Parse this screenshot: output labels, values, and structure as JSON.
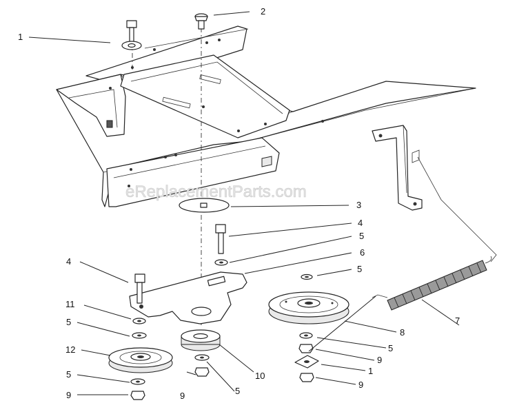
{
  "watermark": "eReplacementParts.com",
  "callouts": [
    {
      "id": "c1a",
      "label": "1"
    },
    {
      "id": "c2",
      "label": "2"
    },
    {
      "id": "c3",
      "label": "3"
    },
    {
      "id": "c4a",
      "label": "4"
    },
    {
      "id": "c5a",
      "label": "5"
    },
    {
      "id": "c6",
      "label": "6"
    },
    {
      "id": "c4b",
      "label": "4"
    },
    {
      "id": "c5b",
      "label": "5"
    },
    {
      "id": "c11",
      "label": "11"
    },
    {
      "id": "c5c",
      "label": "5"
    },
    {
      "id": "c12",
      "label": "12"
    },
    {
      "id": "c5d",
      "label": "5"
    },
    {
      "id": "c9a",
      "label": "9"
    },
    {
      "id": "c9b",
      "label": "9"
    },
    {
      "id": "c5e",
      "label": "5"
    },
    {
      "id": "c10",
      "label": "10"
    },
    {
      "id": "c8",
      "label": "8"
    },
    {
      "id": "c7",
      "label": "7"
    },
    {
      "id": "c5f",
      "label": "5"
    },
    {
      "id": "c9c",
      "label": "9"
    },
    {
      "id": "c1b",
      "label": "1"
    },
    {
      "id": "c9d",
      "label": "9"
    }
  ]
}
